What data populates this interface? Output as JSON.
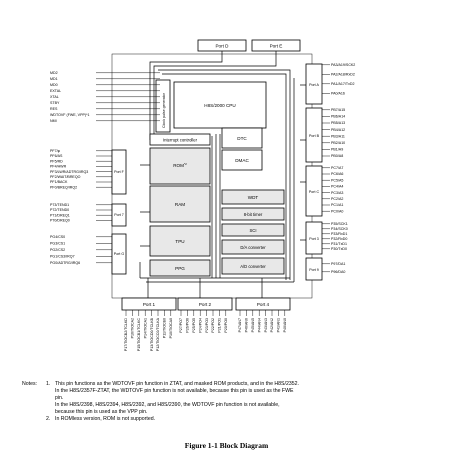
{
  "diagram": {
    "blocks": {
      "cpu": "H8S/2000 CPU",
      "clock": "Clock pulse generator",
      "interrupt": "Interrupt controller",
      "rom": "ROM",
      "rom_sup": "*2",
      "ram": "RAM",
      "tpu": "TPU",
      "ppg": "PPG",
      "dtc": "DTC",
      "dmac": "DMAC",
      "wdt": "WDT",
      "timer8": "8-bit timer",
      "sci": "SCI",
      "da": "D/A converter",
      "ad": "A/D converter"
    },
    "ports": {
      "p1": "Port 1",
      "p2": "Port 2",
      "p3": "Port 3",
      "p4": "Port 4",
      "p7": "Port 7",
      "p9": "Port 9",
      "pa": "Port A",
      "pb": "Port B",
      "pc": "Port C",
      "pd": "Port D",
      "pe": "Port E",
      "pf": "Port F",
      "pg": "Port G",
      "port_word": "Port"
    },
    "control_pins": [
      "MD2",
      "MD1",
      "MD0",
      "EXTAL",
      "XTAL",
      "STBY",
      "RES",
      "WDTOVF (FWE, VPP)*1",
      "NMI"
    ],
    "pf_pins": [
      "PF7/φ",
      "PF6/AS",
      "PF5/RD",
      "PF4/HWR",
      "PF3/LWR/ADTRG/IRQ3",
      "PF2/WAIT/BREQO",
      "PF1/BACK",
      "PF0/BREQ/IRQ2"
    ],
    "p7_pins": [
      "P73/TEND1",
      "P72/TEND0",
      "P71/DREQ1",
      "P70/DREQ0"
    ],
    "pg_pins": [
      "PG4/CS0",
      "PG3/CS1",
      "PG2/CS2",
      "PG1/CS3/IRQ7",
      "PG0/ADTRG/IRQ6"
    ],
    "pa_pins": [
      "PA3/A19/SCK2",
      "PA2/A18/RxD2",
      "PA1/A17/TxD2",
      "PA0/A16"
    ],
    "pb_pins": [
      "PB7/A15",
      "PB6/A14",
      "PB5/A13",
      "PB4/A12",
      "PB3/A11",
      "PB2/A10",
      "PB1/A9",
      "PB0/A8"
    ],
    "pc_pins": [
      "PC7/A7",
      "PC6/A6",
      "PC5/A5",
      "PC4/A4",
      "PC3/A3",
      "PC2/A2",
      "PC1/A1",
      "PC0/A0"
    ],
    "p3_pins": [
      "P35/SCK1",
      "P34/SCK0",
      "P33/RxD1",
      "P32/RxD0",
      "P31/TxD1",
      "P30/TxD0"
    ],
    "p9_pins": [
      "P97/DA1",
      "P96/DA0"
    ],
    "p1_pins": [
      "P17/TIOCB2/TCLKD",
      "P16/TIOCA2",
      "P15/TIOCB1/TCLKC",
      "P14/TIOCA1",
      "P13/TIOCD0/TCLKB",
      "P12/TIOCC0/TCLKA",
      "P11/TIOCB0",
      "P10/TIOCA0"
    ],
    "p2_pins": [
      "P27/PO7",
      "P26/PO6",
      "P25/PO5",
      "P24/PO4",
      "P23/PO3",
      "P22/PO2",
      "P21/PO1",
      "P20/PO0"
    ],
    "p4_pins": [
      "P47/AN7",
      "P46/AN6",
      "P45/AN5",
      "P44/AN4",
      "P43/AN3",
      "P42/AN2",
      "P41/AN1",
      "P40/AN0"
    ]
  },
  "notes": {
    "label": "Notes:",
    "items": [
      {
        "num": "1.",
        "lines": [
          "This pin functions as the WDTOVF pin function in ZTAT, and masked ROM products, and in the H8S/2352.",
          "In the H8S/2357F-ZTAT, the WDTOVF pin function is not available, because this pin is used as the FWE",
          "pin.",
          "In the H8S/2398, H8S/2394, H8S/2392, and H8S/2390, the WDTOVF pin function is not available,",
          "because this pin is used as the VPP pin."
        ]
      },
      {
        "num": "2.",
        "lines": [
          "In ROMless version, ROM is not supported."
        ]
      }
    ]
  },
  "caption": "Figure 1-1   Block Diagram"
}
